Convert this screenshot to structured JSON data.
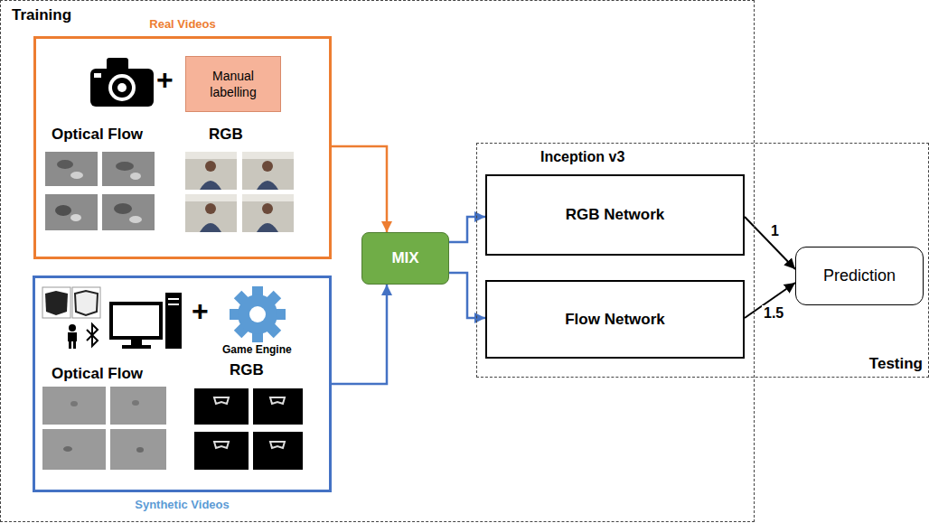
{
  "diagram": {
    "nodes": [
      {
        "text": [
          "Training"
        ]
      },
      {
        "text": [
          "Real Videos"
        ],
        "in": 0
      },
      {
        "text": [
          "Manual labelling"
        ],
        "in": 1
      },
      {
        "text": [
          "Synthetic Videos"
        ],
        "in": 0
      },
      {
        "text": [
          "MIX"
        ],
        "in": 0
      },
      {
        "text": [
          "Inception v3",
          "Testing"
        ]
      },
      {
        "text": [
          "RGB Network"
        ],
        "in": 5
      },
      {
        "text": [
          "Flow Network"
        ],
        "in": 5
      },
      {
        "text": [
          "Prediction"
        ]
      }
    ],
    "edges": [
      {
        "from": 1,
        "to": 4,
        "arrow": "to"
      },
      {
        "from": 3,
        "to": 4,
        "arrow": "to"
      },
      {
        "from": 4,
        "to": 6,
        "arrow": "to"
      },
      {
        "from": 4,
        "to": 7,
        "arrow": "to"
      },
      {
        "from": 6,
        "to": 8,
        "label": "1",
        "arrow": "to"
      },
      {
        "from": 7,
        "to": 8,
        "label": "1.5",
        "arrow": "to"
      }
    ],
    "labels": [
      "Optical Flow",
      "RGB",
      "+",
      "+",
      "Game Engine",
      "Optical Flow",
      "RGB"
    ]
  }
}
